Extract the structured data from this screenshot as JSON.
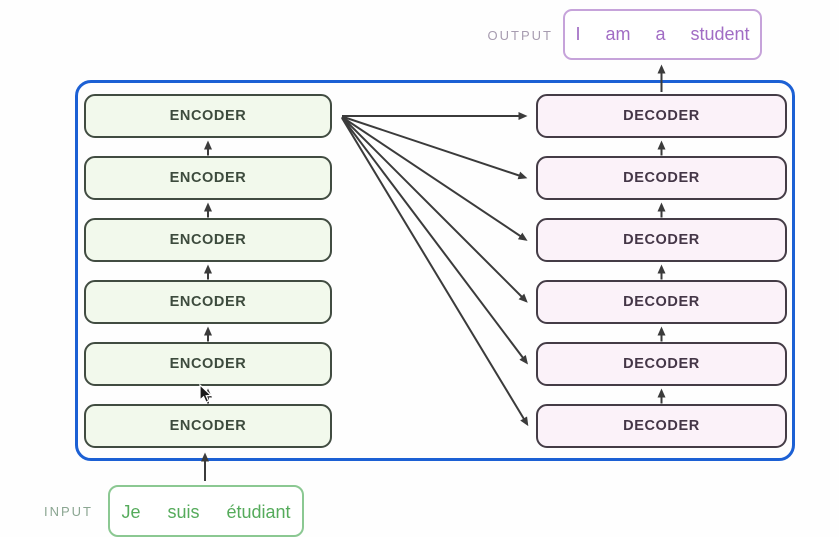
{
  "output": {
    "label": "OUTPUT",
    "words": [
      "I",
      "am",
      "a",
      "student"
    ]
  },
  "input": {
    "label": "INPUT",
    "words": [
      "Je",
      "suis",
      "étudiant"
    ]
  },
  "encoder_stack": {
    "boxes": [
      "ENCODER",
      "ENCODER",
      "ENCODER",
      "ENCODER",
      "ENCODER",
      "ENCODER"
    ]
  },
  "decoder_stack": {
    "boxes": [
      "DECODER",
      "DECODER",
      "DECODER",
      "DECODER",
      "DECODER",
      "DECODER"
    ]
  },
  "colors": {
    "container_border": "#1c60d4",
    "encoder_fill": "#f2f9ec",
    "encoder_border": "#414c41",
    "encoder_text": "#3d4b3d",
    "decoder_fill": "#fbf2f9",
    "decoder_border": "#443c46",
    "decoder_text": "#443647",
    "output_border": "#c6a3da",
    "output_text": "#a16cc4",
    "output_label": "#a79cb0",
    "input_border": "#8bc892",
    "input_text": "#55ab5b",
    "input_label": "#8ba692",
    "arrow": "#3b3b3b"
  }
}
